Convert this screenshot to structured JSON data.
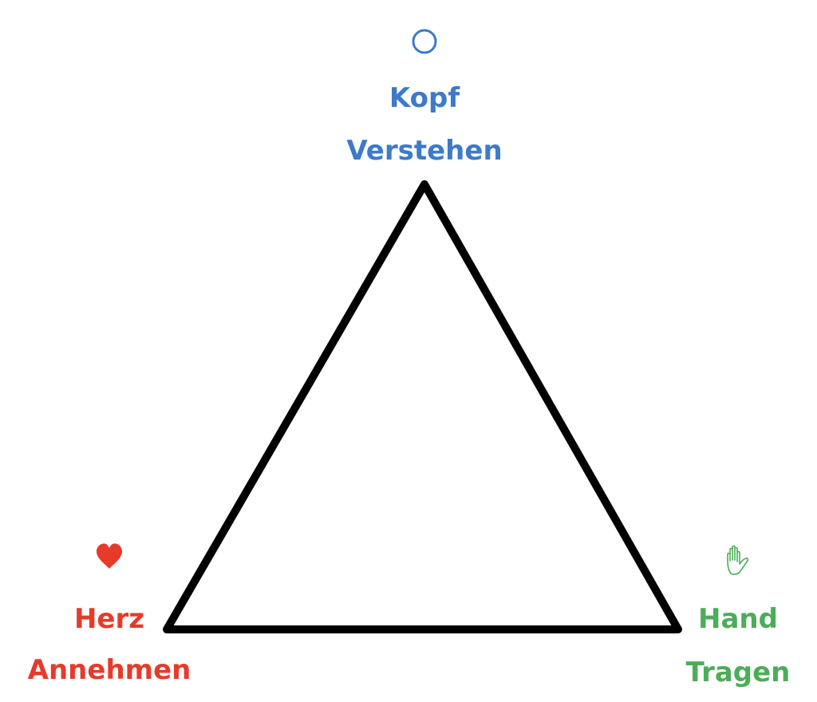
{
  "vertices": {
    "top": {
      "title": "Kopf",
      "subtitle": "Verstehen",
      "icon": "circle-icon",
      "color": "#3d7ac9"
    },
    "left": {
      "title": "Herz",
      "subtitle": "Annehmen",
      "icon": "heart-icon",
      "color": "#e63a2a"
    },
    "right": {
      "title": "Hand",
      "subtitle": "Tragen",
      "icon": "hand-icon",
      "color": "#4cad58"
    }
  },
  "colors": {
    "triangle": "#000000",
    "background": "#ffffff"
  }
}
